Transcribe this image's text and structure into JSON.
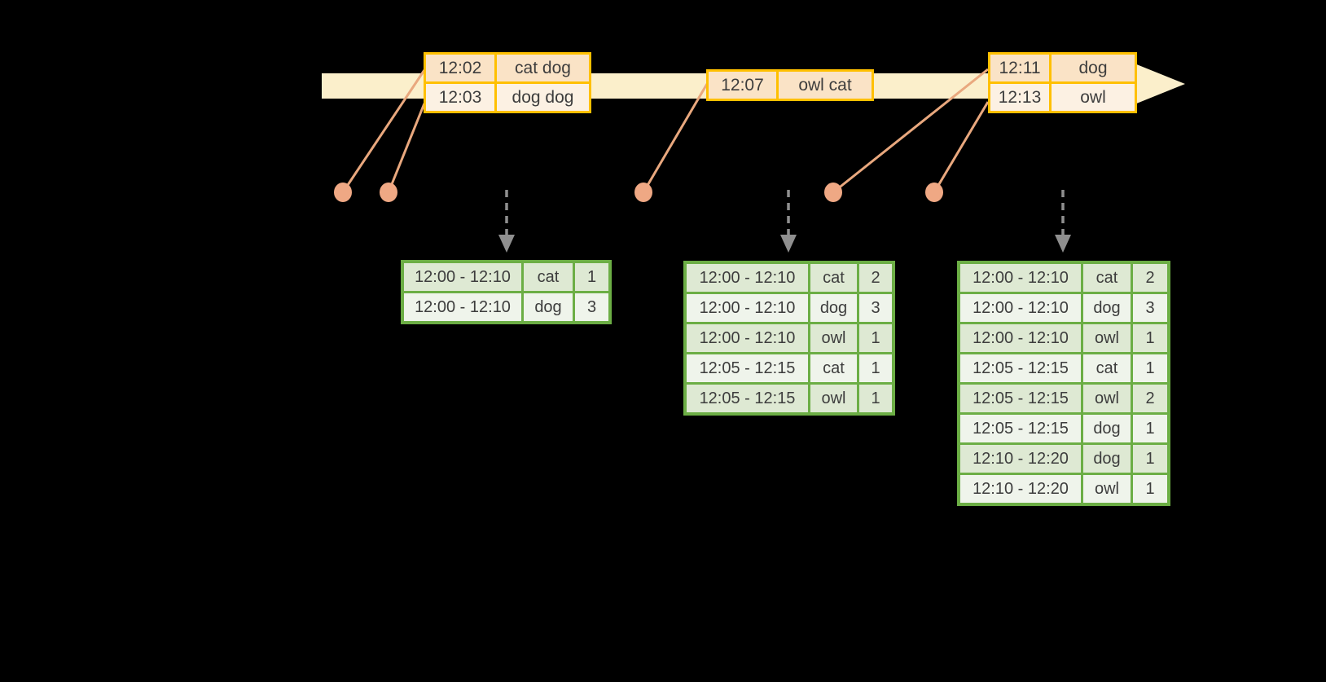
{
  "palette": {
    "background": "#000000",
    "timeline_fill": "#FBEFCB",
    "event_border": "#FFC000",
    "event_row_dark": "#FAE3C6",
    "event_row_light": "#FCF1E3",
    "connector": "#E9A87E",
    "connector_dot": "#EFA884",
    "result_border": "#6CAE45",
    "result_row_dark": "#DEE9D3",
    "result_row_light": "#EFF4EB",
    "trigger_arrow": "#8F8F8F",
    "text": "#3D3D3D"
  },
  "event_tables": [
    {
      "rows": [
        [
          "12:02",
          "cat dog"
        ],
        [
          "12:03",
          "dog dog"
        ]
      ]
    },
    {
      "rows": [
        [
          "12:07",
          "owl cat"
        ]
      ]
    },
    {
      "rows": [
        [
          "12:11",
          "dog"
        ],
        [
          "12:13",
          "owl"
        ]
      ]
    }
  ],
  "result_tables": [
    {
      "rows": [
        [
          "12:00 - 12:10",
          "cat",
          "1"
        ],
        [
          "12:00 - 12:10",
          "dog",
          "3"
        ]
      ]
    },
    {
      "rows": [
        [
          "12:00 - 12:10",
          "cat",
          "2"
        ],
        [
          "12:00 - 12:10",
          "dog",
          "3"
        ],
        [
          "12:00 - 12:10",
          "owl",
          "1"
        ],
        [
          "12:05 - 12:15",
          "cat",
          "1"
        ],
        [
          "12:05 - 12:15",
          "owl",
          "1"
        ]
      ]
    },
    {
      "rows": [
        [
          "12:00 - 12:10",
          "cat",
          "2"
        ],
        [
          "12:00 - 12:10",
          "dog",
          "3"
        ],
        [
          "12:00 - 12:10",
          "owl",
          "1"
        ],
        [
          "12:05 - 12:15",
          "cat",
          "1"
        ],
        [
          "12:05 - 12:15",
          "owl",
          "2"
        ],
        [
          "12:05 - 12:15",
          "dog",
          "1"
        ],
        [
          "12:10 - 12:20",
          "dog",
          "1"
        ],
        [
          "12:10 - 12:20",
          "owl",
          "1"
        ]
      ]
    }
  ]
}
